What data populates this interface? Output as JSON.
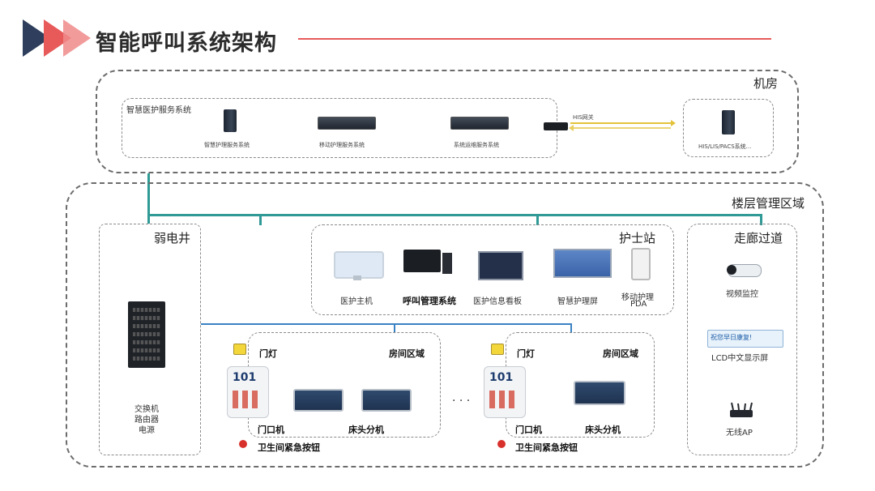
{
  "title": "智能呼叫系统架构",
  "colors": {
    "accent_red": "#e85a5a",
    "accent_dark": "#2e3e5c",
    "connector_teal": "#2f9a96",
    "connector_blue": "#3b82c4"
  },
  "machine_room": {
    "label": "机房",
    "service_group_label": "智慧医护服务系统",
    "servers": [
      {
        "label": "智慧护理服务系统"
      },
      {
        "label": "移动护理服务系统"
      },
      {
        "label": "系统运维服务系统"
      }
    ],
    "gateway_label": "HIS网关",
    "external_label": "HIS/LIS/PACS系统..."
  },
  "floor_area": {
    "label": "楼层管理区域",
    "weak_well": {
      "label": "弱电井",
      "equipment_lines": [
        "交换机",
        "路由器",
        "电源"
      ]
    },
    "nurse_station": {
      "label": "护士站",
      "devices": [
        {
          "label": "医护主机"
        },
        {
          "label": "呼叫管理系统"
        },
        {
          "label": "医护信息看板"
        },
        {
          "label": "智慧护理屏"
        },
        {
          "label": "移动护理",
          "sublabel": "PDA"
        }
      ]
    },
    "corridor": {
      "label": "走廊过道",
      "devices": [
        {
          "label": "视频监控"
        },
        {
          "label": "LCD中文显示屏",
          "screen_text": "祝您早日康复!"
        },
        {
          "label": "无线AP"
        }
      ]
    },
    "rooms": [
      {
        "area_label": "房间区域",
        "door_light": "门灯",
        "door_unit": "门口机",
        "bed_unit": "床头分机",
        "emergency": "卫生间紧急按钮",
        "room_number": "101"
      },
      {
        "area_label": "房间区域",
        "door_light": "门灯",
        "door_unit": "门口机",
        "bed_unit": "床头分机",
        "emergency": "卫生间紧急按钮",
        "room_number": "101"
      }
    ],
    "ellipsis": "· · ·"
  }
}
